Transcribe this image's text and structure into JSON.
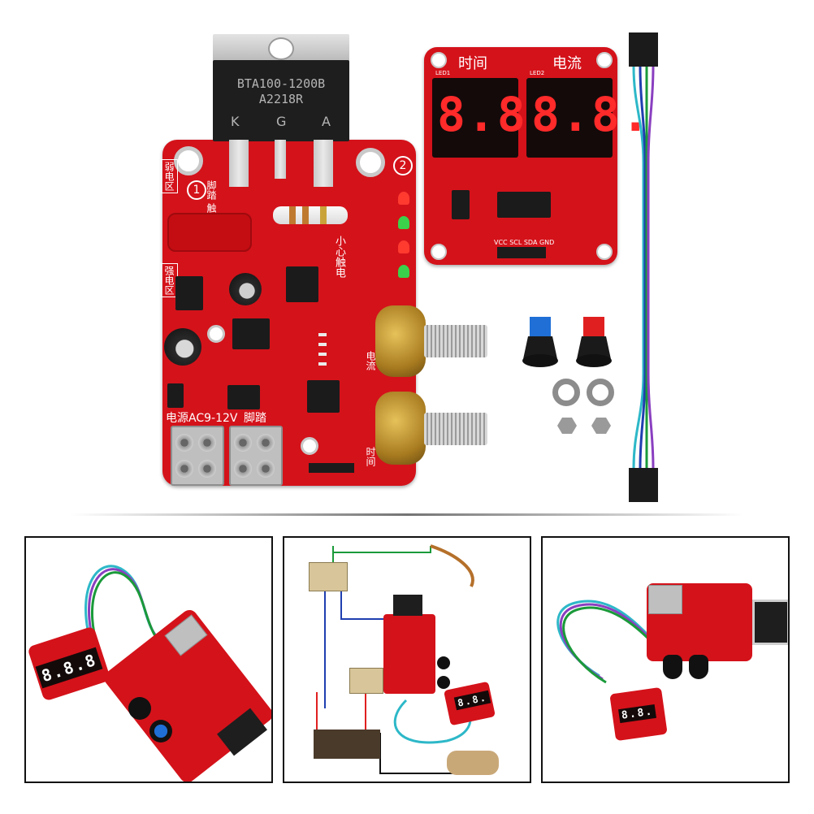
{
  "main_board": {
    "triac_lines": [
      "BTA100-1200B",
      "A2218R"
    ],
    "triac_pins": [
      "K",
      "G",
      "A"
    ],
    "labels": {
      "power": "电源AC9-12V",
      "footswitch": "脚踏",
      "strong_zone": "强电区",
      "weak_zone": "弱电区",
      "footswitch_trigger": "脚踏 触发",
      "caution": "小心触电",
      "current": "电流",
      "time": "时间",
      "circle1": "1",
      "circle2": "2"
    }
  },
  "display_board": {
    "title_left": "时间",
    "title_right": "电流",
    "digits_left": "8.8.",
    "digits_right": "8.8.",
    "led1": "LED1",
    "led2": "LED2",
    "header_pins": "VCC SCL SDA GND"
  },
  "accessories": {
    "knob_colors": [
      "#1f6fd6",
      "#e02020"
    ],
    "cable_colors": [
      "#2db8c8",
      "#1f3fb0",
      "#1a9a3a",
      "#8a3fc0"
    ]
  },
  "colors": {
    "pcb": "#d4121a",
    "segment": "#ff2a2a"
  },
  "scenes": {
    "left_digits": "8.8.8",
    "middle_digits": "8.8.",
    "right_digits": "8.8."
  }
}
